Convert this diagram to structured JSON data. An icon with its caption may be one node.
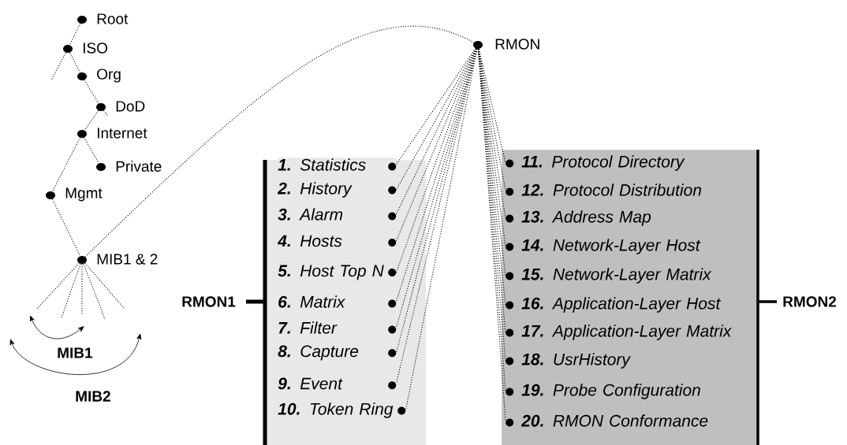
{
  "diagram": {
    "nodes": [
      {
        "text": [
          "Root"
        ]
      },
      {
        "text": [
          "ISO"
        ]
      },
      {
        "text": [
          "Org"
        ]
      },
      {
        "text": [
          "DoD"
        ]
      },
      {
        "text": [
          "Internet"
        ]
      },
      {
        "text": [
          "Private"
        ]
      },
      {
        "text": [
          "Mgmt"
        ]
      },
      {
        "text": [
          "MIB1 & 2"
        ]
      },
      {
        "text": [
          "RMON"
        ]
      },
      {
        "text": [],
        "shape": "box"
      },
      {
        "text": [
          "**1.** Statistics"
        ],
        "in": 9
      },
      {
        "text": [
          "**2.** History"
        ],
        "in": 9
      },
      {
        "text": [
          "**3.** Alarm"
        ],
        "in": 9
      },
      {
        "text": [
          "**4.** Hosts"
        ],
        "in": 9
      },
      {
        "text": [
          "**5.** Host Top N"
        ],
        "in": 9
      },
      {
        "text": [
          "**6.** Matrix"
        ],
        "in": 9
      },
      {
        "text": [
          "**7.** Filter"
        ],
        "in": 9
      },
      {
        "text": [
          "**8.** Capture"
        ],
        "in": 9
      },
      {
        "text": [
          "**9.** Event"
        ],
        "in": 9
      },
      {
        "text": [
          "**10.** Token Ring"
        ],
        "in": 9
      },
      {
        "text": [],
        "shape": "box"
      },
      {
        "text": [
          "**11.** Protocol Directory"
        ],
        "in": 20
      },
      {
        "text": [
          "**12.** Protocol Distribution"
        ],
        "in": 20
      },
      {
        "text": [
          "**13.** Address Map"
        ],
        "in": 20
      },
      {
        "text": [
          "**14.** Network-Layer Host"
        ],
        "in": 20
      },
      {
        "text": [
          "**15.** Network-Layer Matrix"
        ],
        "in": 20
      },
      {
        "text": [
          "**16.** Application-Layer Host"
        ],
        "in": 20
      },
      {
        "text": [
          "**17.** Application-Layer Matrix"
        ],
        "in": 20
      },
      {
        "text": [
          "**18.** UsrHistory"
        ],
        "in": 20
      },
      {
        "text": [
          "**19.** Probe Configuration"
        ],
        "in": 20
      },
      {
        "text": [
          "**20.** RMON Conformance"
        ],
        "in": 20
      }
    ],
    "edges": [
      {
        "from": 0,
        "to": 1,
        "arrow": "none"
      },
      {
        "from": 1,
        "to": null,
        "arrow": "none"
      },
      {
        "from": 1,
        "to": 2,
        "arrow": "none"
      },
      {
        "from": 2,
        "to": 3,
        "arrow": "none"
      },
      {
        "from": 3,
        "to": null,
        "arrow": "none"
      },
      {
        "from": 3,
        "to": 4,
        "arrow": "none"
      },
      {
        "from": 4,
        "to": 5,
        "arrow": "none"
      },
      {
        "from": 4,
        "to": 6,
        "arrow": "none"
      },
      {
        "from": 6,
        "to": 7,
        "arrow": "none"
      },
      {
        "from": 7,
        "to": 8,
        "arrow": "none"
      },
      {
        "from": 7,
        "to": null,
        "arrow": "none"
      },
      {
        "from": 7,
        "to": null,
        "arrow": "none"
      },
      {
        "from": 7,
        "to": null,
        "arrow": "none"
      },
      {
        "from": 7,
        "to": null,
        "arrow": "none"
      },
      {
        "from": 7,
        "to": null,
        "arrow": "none"
      },
      {
        "from": 8,
        "to": 10,
        "arrow": "none"
      },
      {
        "from": 8,
        "to": 11,
        "arrow": "none"
      },
      {
        "from": 8,
        "to": 12,
        "arrow": "none"
      },
      {
        "from": 8,
        "to": 13,
        "arrow": "none"
      },
      {
        "from": 8,
        "to": 14,
        "arrow": "none"
      },
      {
        "from": 8,
        "to": 15,
        "arrow": "none"
      },
      {
        "from": 8,
        "to": 16,
        "arrow": "none"
      },
      {
        "from": 8,
        "to": 17,
        "arrow": "none"
      },
      {
        "from": 8,
        "to": 18,
        "arrow": "none"
      },
      {
        "from": 8,
        "to": 19,
        "arrow": "none"
      },
      {
        "from": 8,
        "to": 21,
        "arrow": "none"
      },
      {
        "from": 8,
        "to": 22,
        "arrow": "none"
      },
      {
        "from": 8,
        "to": 23,
        "arrow": "none"
      },
      {
        "from": 8,
        "to": 24,
        "arrow": "none"
      },
      {
        "from": 8,
        "to": 25,
        "arrow": "none"
      },
      {
        "from": 8,
        "to": 26,
        "arrow": "none"
      },
      {
        "from": 8,
        "to": 27,
        "arrow": "none"
      },
      {
        "from": 8,
        "to": 28,
        "arrow": "none"
      },
      {
        "from": 8,
        "to": 29,
        "arrow": "none"
      },
      {
        "from": 8,
        "to": 30,
        "arrow": "none"
      }
    ],
    "labels": [
      "MIB1",
      "MIB2",
      "RMON1",
      "RMON2"
    ]
  }
}
